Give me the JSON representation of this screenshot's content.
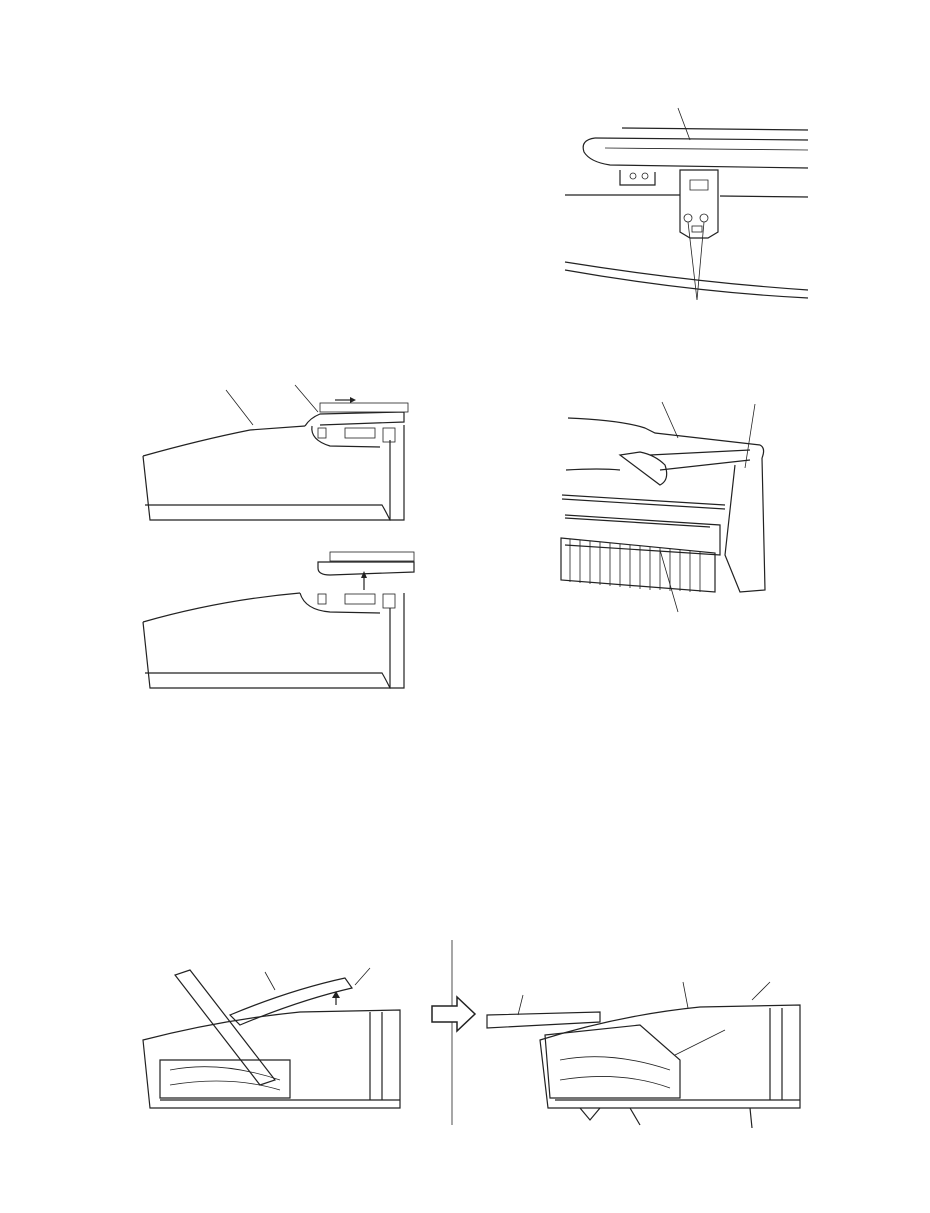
{
  "page": {
    "background": "#ffffff",
    "line_color": "#222222",
    "figures": [
      {
        "id": "fig-bracket-top-right"
      },
      {
        "id": "fig-lid-slide-side"
      },
      {
        "id": "fig-lid-lift-side"
      },
      {
        "id": "fig-screwdriver-keyboard"
      },
      {
        "id": "fig-lid-open-before"
      },
      {
        "id": "fig-lid-open-after"
      }
    ],
    "arrow_icon": "right-hollow-arrow"
  }
}
